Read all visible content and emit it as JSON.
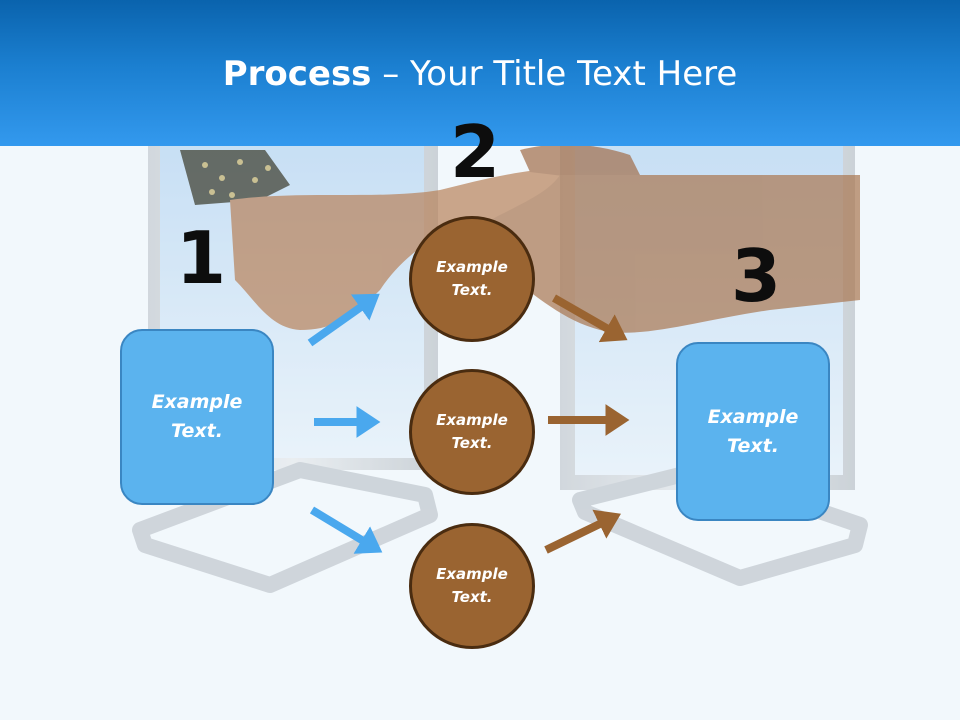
{
  "slide": {
    "title_bold": "Process",
    "title_rest": " – Your Title Text Here"
  },
  "steps": {
    "step1_number": "1",
    "step2_number": "2",
    "step3_number": "3"
  },
  "boxes": {
    "left_box_text": "Example Text.",
    "right_box_text": "Example Text."
  },
  "circles": [
    {
      "text": "Example Text."
    },
    {
      "text": "Example Text."
    },
    {
      "text": "Example Text."
    }
  ],
  "colors": {
    "header_blue": "#1b7fd0",
    "box_blue": "#5bb3ee",
    "circle_brown": "#9a6431",
    "arrow_blue": "#4aa8ee",
    "arrow_brown": "#9a6431"
  }
}
